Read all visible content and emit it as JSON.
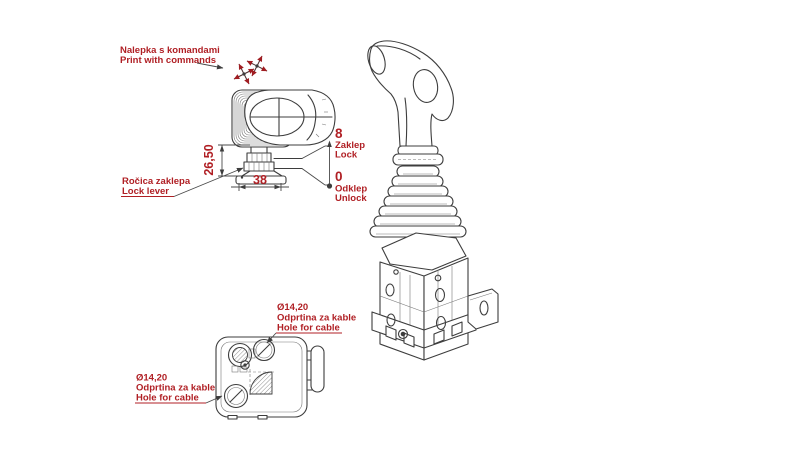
{
  "title": "Joystick technical drawing",
  "colors": {
    "annotation_red": "#b01f24",
    "drawing_line": "#3d3d3d",
    "background": "#ffffff"
  },
  "labels": {
    "print_commands": {
      "sl": "Nalepka s komandami",
      "en": "Print with commands"
    },
    "lock_lever": {
      "sl": "Ročica zaklepa",
      "en": "Lock lever"
    },
    "lock_position": {
      "value": "8",
      "sl": "Zaklep",
      "en": "Lock"
    },
    "unlock_position": {
      "value": "0",
      "sl": "Odklep",
      "en": "Unlock"
    },
    "cable_hole_top": {
      "diameter": "Ø14,20",
      "sl": "Odprtina za kable",
      "en": "Hole for cable"
    },
    "cable_hole_bottom": {
      "diameter": "Ø14,20",
      "sl": "Odprtina za kable",
      "en": "Hole for cable"
    }
  },
  "dimensions": {
    "head_height_mm": "26,50",
    "lever_plate_width_mm": "38"
  },
  "icons": {
    "commands_arrows": "commands-arrows-icon"
  }
}
